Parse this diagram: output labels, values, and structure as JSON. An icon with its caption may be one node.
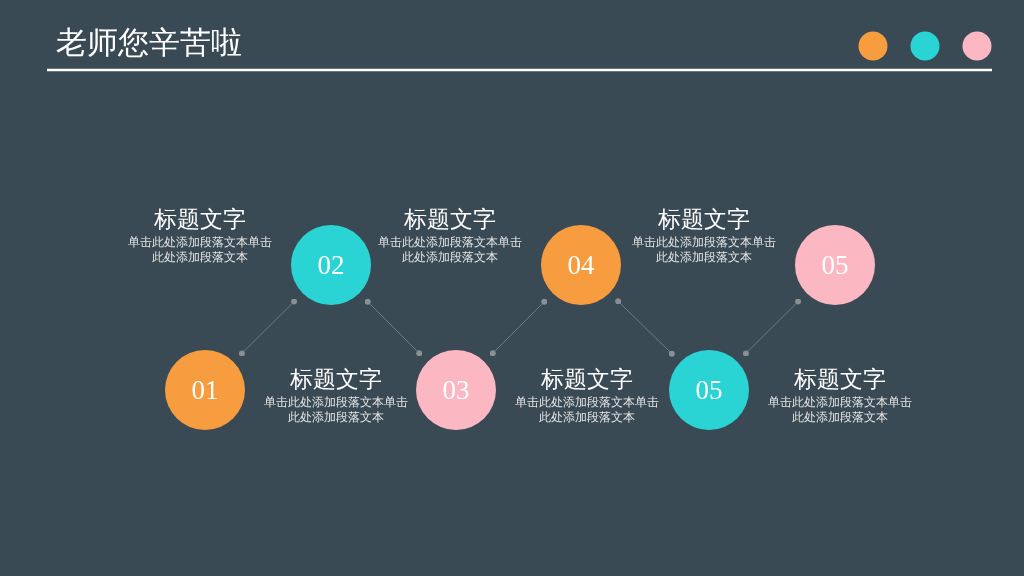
{
  "diagram": {
    "title": "老师您辛苦啦",
    "nodes": [
      {
        "text": [
          "01"
        ],
        "beside": [
          "标题文字",
          "单击此处添加段落文本单击此处添加段落文本"
        ]
      },
      {
        "text": [
          "02"
        ],
        "beside": [
          "标题文字",
          "单击此处添加段落文本单击此处添加段落文本"
        ]
      },
      {
        "text": [
          "03"
        ],
        "beside": [
          "标题文字",
          "单击此处添加段落文本单击此处添加段落文本"
        ]
      },
      {
        "text": [
          "04"
        ],
        "beside": [
          "标题文字",
          "单击此处添加段落文本单击此处添加段落文本"
        ]
      },
      {
        "text": [
          "05"
        ],
        "beside": [
          "标题文字",
          "单击此处添加段落文本单击此处添加段落文本"
        ]
      },
      {
        "text": [
          "05"
        ],
        "beside": [
          "标题文字",
          "单击此处添加段落文本单击此处添加段落文本"
        ]
      }
    ],
    "edges": [
      {
        "from": 0,
        "to": 1,
        "arrow": "other"
      },
      {
        "from": 1,
        "to": 2,
        "arrow": "other"
      },
      {
        "from": 2,
        "to": 3,
        "arrow": "other"
      },
      {
        "from": 3,
        "to": 4,
        "arrow": "other"
      },
      {
        "from": 4,
        "to": 5,
        "arrow": "other"
      }
    ]
  }
}
